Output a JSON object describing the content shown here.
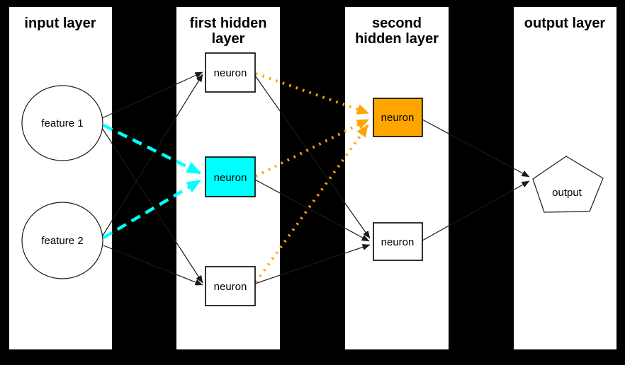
{
  "diagram": {
    "type": "neural-network",
    "background_color": "#000000",
    "panel_color": "#ffffff",
    "accent_colors": {
      "highlight_input_path": "#00ffff",
      "highlight_hidden_path": "#ffa500",
      "edge_default": "#000000"
    },
    "layers": [
      {
        "name": "input layer",
        "title_lines": [
          "input layer"
        ],
        "nodes": [
          {
            "label": "feature 1",
            "shape": "circle",
            "fill": "#ffffff"
          },
          {
            "label": "feature 2",
            "shape": "circle",
            "fill": "#ffffff"
          }
        ]
      },
      {
        "name": "first hidden layer",
        "title_lines": [
          "first hidden",
          "layer"
        ],
        "nodes": [
          {
            "label": "neuron",
            "shape": "rect",
            "fill": "#ffffff"
          },
          {
            "label": "neuron",
            "shape": "rect",
            "fill": "#00ffff"
          },
          {
            "label": "neuron",
            "shape": "rect",
            "fill": "#ffffff"
          }
        ]
      },
      {
        "name": "second hidden layer",
        "title_lines": [
          "second",
          "hidden layer"
        ],
        "nodes": [
          {
            "label": "neuron",
            "shape": "rect",
            "fill": "#ffa500"
          },
          {
            "label": "neuron",
            "shape": "rect",
            "fill": "#ffffff"
          }
        ]
      },
      {
        "name": "output layer",
        "title_lines": [
          "output layer"
        ],
        "nodes": [
          {
            "label": "output",
            "shape": "pentagon",
            "fill": "#ffffff"
          }
        ]
      }
    ],
    "edges": [
      {
        "from": "feature 1",
        "to": "hidden1 neuron top",
        "style": "solid-black"
      },
      {
        "from": "feature 2",
        "to": "hidden1 neuron top",
        "style": "solid-black"
      },
      {
        "from": "feature 1",
        "to": "hidden1 neuron middle",
        "style": "dashed-cyan"
      },
      {
        "from": "feature 2",
        "to": "hidden1 neuron middle",
        "style": "dashed-cyan"
      },
      {
        "from": "feature 1",
        "to": "hidden1 neuron bottom",
        "style": "solid-black"
      },
      {
        "from": "feature 2",
        "to": "hidden1 neuron bottom",
        "style": "solid-black"
      },
      {
        "from": "hidden1 neuron top",
        "to": "hidden2 neuron top",
        "style": "dotted-orange"
      },
      {
        "from": "hidden1 neuron middle",
        "to": "hidden2 neuron top",
        "style": "dotted-orange"
      },
      {
        "from": "hidden1 neuron bottom",
        "to": "hidden2 neuron top",
        "style": "dotted-orange"
      },
      {
        "from": "hidden1 neuron top",
        "to": "hidden2 neuron bottom",
        "style": "solid-black"
      },
      {
        "from": "hidden1 neuron middle",
        "to": "hidden2 neuron bottom",
        "style": "solid-black"
      },
      {
        "from": "hidden1 neuron bottom",
        "to": "hidden2 neuron bottom",
        "style": "solid-black"
      },
      {
        "from": "hidden2 neuron top",
        "to": "output",
        "style": "solid-black"
      },
      {
        "from": "hidden2 neuron bottom",
        "to": "output",
        "style": "solid-black"
      }
    ]
  }
}
